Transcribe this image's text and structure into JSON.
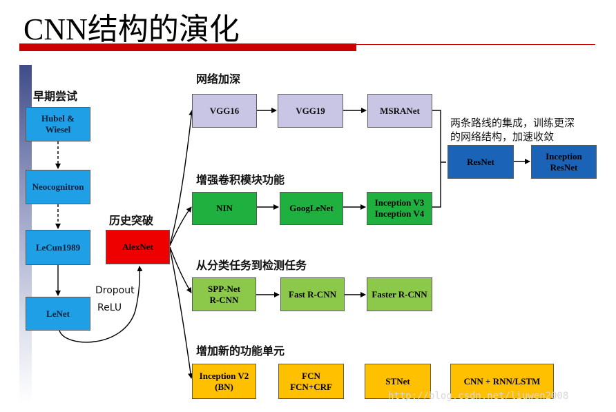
{
  "title": "CNN结构的演化",
  "sections": {
    "early": "早期尝试",
    "breakthrough": "历史突破",
    "deeper": "网络加深",
    "conv_module": "增强卷积模块功能",
    "detection": "从分类任务到检测任务",
    "new_units": "增加新的功能单元"
  },
  "notes": {
    "dropout": "Dropout",
    "relu": "ReLU",
    "integration": "两条路线的集成，训练更深\n的网络结构，加速收敛"
  },
  "boxes": {
    "hubel": "Hubel &\nWiesel",
    "neocognitron": "Neocognitron",
    "lecun": "LeCun1989",
    "lenet": "LeNet",
    "alexnet": "AlexNet",
    "vgg16": "VGG16",
    "vgg19": "VGG19",
    "msranet": "MSRANet",
    "nin": "NIN",
    "googlenet": "GoogLeNet",
    "inception_v34": "Inception V3\nInception V4",
    "sppnet": "SPP-Net\nR-CNN",
    "fast_rcnn": "Fast R-CNN",
    "faster_rcnn": "Faster R-CNN",
    "resnet": "ResNet",
    "inception_resnet": "Inception\nResNet",
    "inception_v2": "Inception V2\n(BN)",
    "fcn": "FCN\nFCN+CRF",
    "stnet": "STNet",
    "cnn_rnn": "CNN + RNN/LSTM"
  },
  "watermark": "http://blog.csdn.net/liuwen2008",
  "colors": {
    "title_rule": "#cc0000",
    "early_boxes": "#1fa0e6",
    "alexnet": "#ee0000",
    "deeper_boxes": "#c8c6e4",
    "conv_boxes": "#20b040",
    "detection_boxes": "#8cc84a",
    "resnet_boxes": "#1b63b6",
    "new_unit_boxes": "#ffc000"
  }
}
